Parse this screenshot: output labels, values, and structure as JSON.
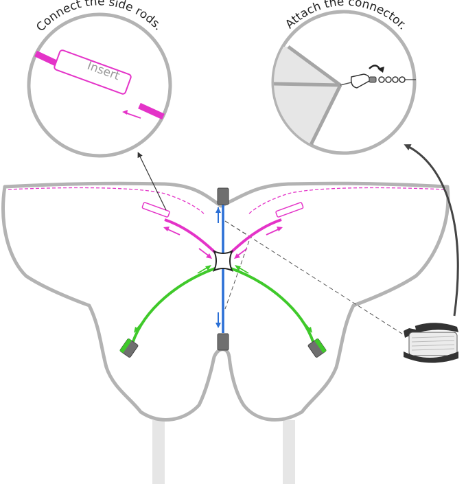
{
  "labels": {
    "connect_title": "Connect the side rods.",
    "attach_title": "Attach the connector.",
    "insert_text": "Insert"
  },
  "colors": {
    "kite_outline": "#b3b3b3",
    "side_rod": "#e433c8",
    "spine_rod": "#2a6fd6",
    "lower_rod": "#3fc92a",
    "end_cap": "#6f6f6f",
    "tail": "#e6e6e6",
    "callout_fill": "#e6e6e6",
    "arrow_dark": "#444444"
  },
  "icons": [
    "spool-icon",
    "swivel-clip-icon",
    "rotate-arrow-icon",
    "center-connector-icon",
    "end-cap-icon"
  ]
}
